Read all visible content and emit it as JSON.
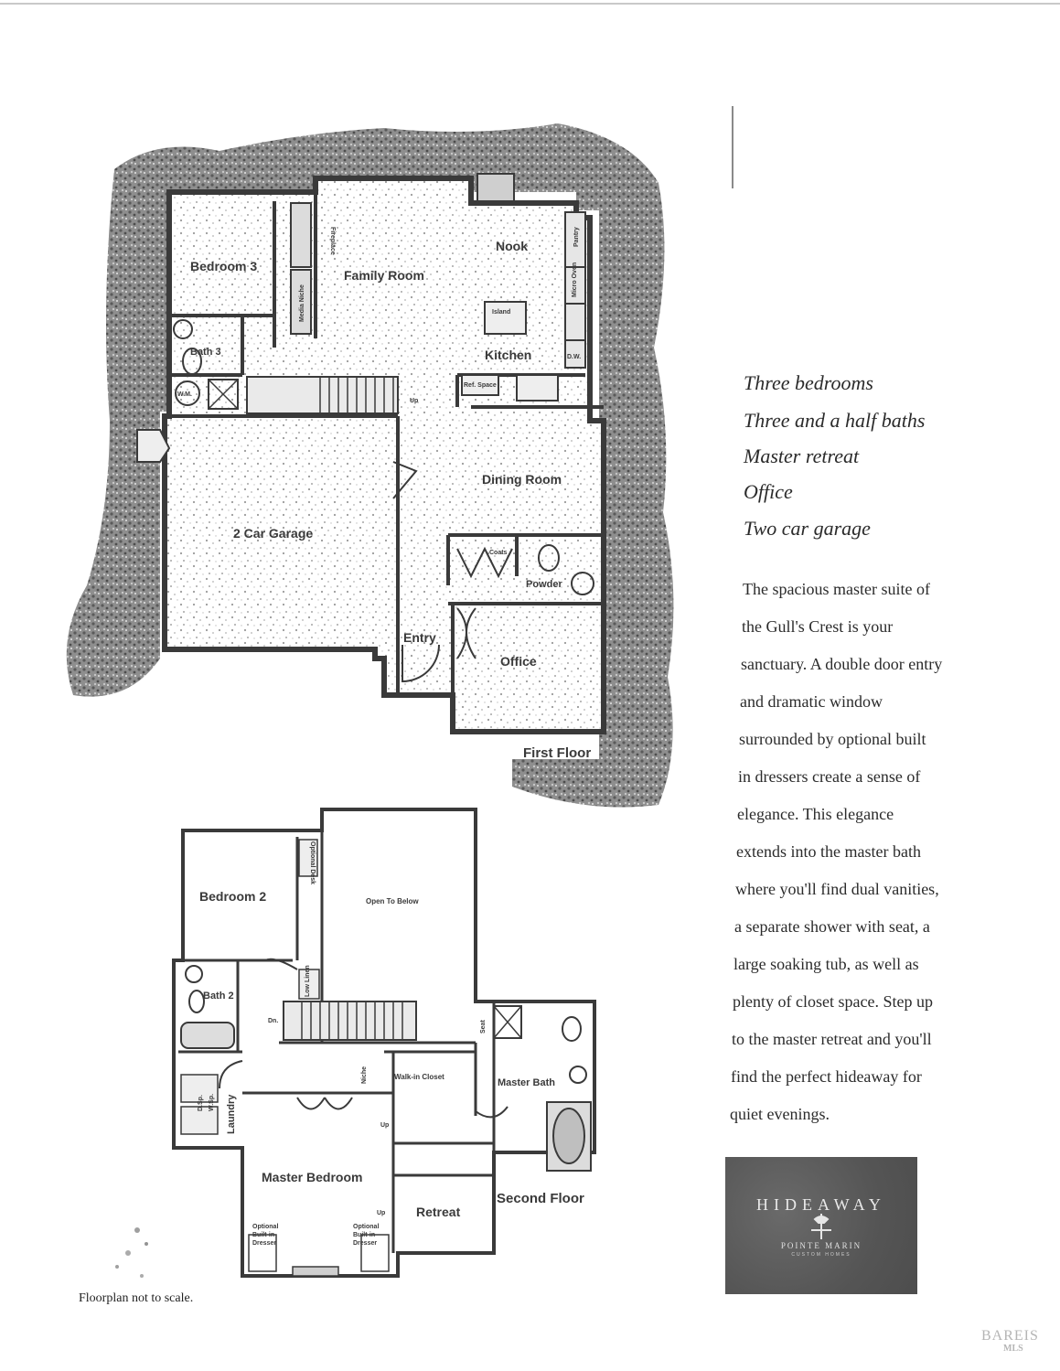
{
  "features": [
    "Three bedrooms",
    "Three and a half baths",
    "Master retreat",
    "Office",
    "Two car garage"
  ],
  "description_lines": [
    "The spacious master suite of",
    "the Gull's Crest is your",
    "sanctuary. A double door entry",
    "and dramatic window",
    "surrounded by optional built",
    "in dressers create a sense of",
    "elegance.  This elegance",
    "extends into the master bath",
    "where you'll find dual vanities,",
    "a separate shower with seat, a",
    "large soaking tub, as well as",
    "plenty of closet space. Step up",
    "to the master retreat and you'll",
    "find the perfect hideaway for",
    "quiet evenings."
  ],
  "first_floor": {
    "title": "First Floor",
    "rooms": {
      "bedroom3": "Bedroom 3",
      "family_room": "Family Room",
      "nook": "Nook",
      "kitchen": "Kitchen",
      "bath3": "Bath 3",
      "garage": "2 Car Garage",
      "dining_room": "Dining Room",
      "powder": "Powder",
      "entry": "Entry",
      "office": "Office"
    },
    "small": {
      "fireplace": "Fireplace",
      "media_niche": "Media Niche",
      "pantry": "Pantry",
      "micro_oven": "Micro Oven",
      "dw": "D.W.",
      "island": "Island",
      "ref_space": "Ref. Space",
      "wm": "W.M.",
      "up": "Up",
      "coats": "Coats"
    }
  },
  "second_floor": {
    "title": "Second Floor",
    "rooms": {
      "bedroom2": "Bedroom 2",
      "open_to_below": "Open To Below",
      "bath2": "Bath 2",
      "laundry": "Laundry",
      "master_bedroom": "Master Bedroom",
      "walk_in_closet": "Walk-in Closet",
      "master_bath": "Master Bath",
      "retreat": "Retreat"
    },
    "small": {
      "optional_desk": "Optional Desk",
      "low_linen": "Low Linen",
      "dn": "Dn.",
      "seat": "Seat",
      "niche": "Niche",
      "ds": "D.Sp.",
      "ws": "W.Sp.",
      "up1": "Up",
      "up2": "Up",
      "builtin_left": [
        "Optional",
        "Built-in",
        "Dresser"
      ],
      "builtin_right": [
        "Optional",
        "Built-in",
        "Dresser"
      ]
    }
  },
  "footnote": "Floorplan not to scale.",
  "logo": {
    "title": "HIDEAWAY",
    "subtitle": "POINTE MARIN",
    "tagline": "CUSTOM HOMES"
  },
  "watermark": {
    "line1": "BAREIS",
    "line2": "MLS"
  }
}
